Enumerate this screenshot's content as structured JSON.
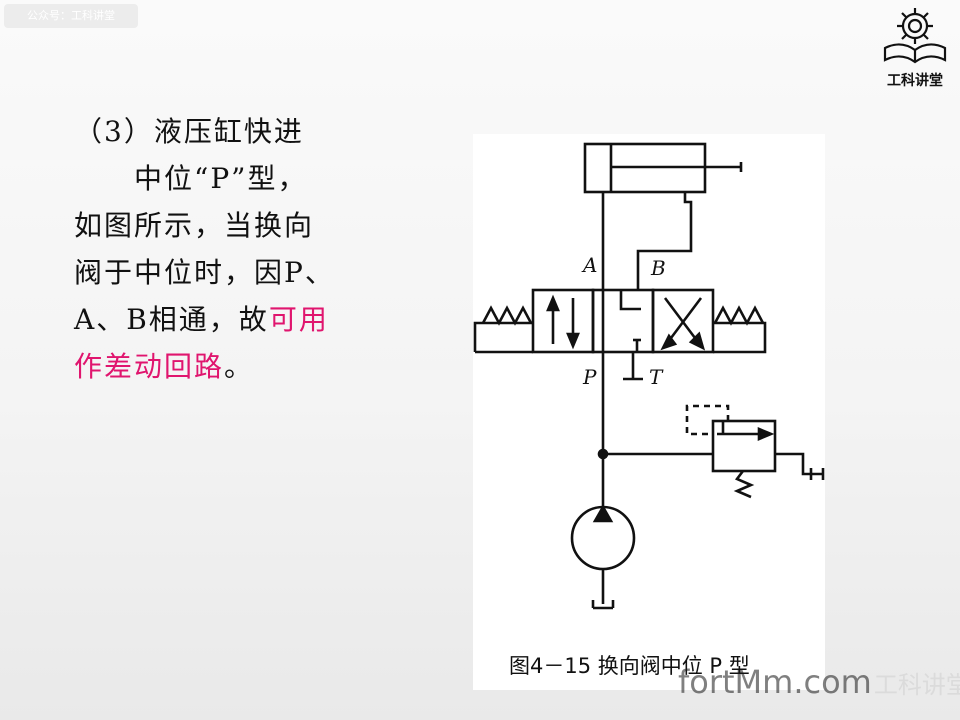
{
  "header": {
    "account_tag": "公众号：工科讲堂"
  },
  "logo": {
    "name": "gear-book-logo",
    "text": "工科讲堂"
  },
  "text_block": {
    "lines": [
      "（3）液压缸快进",
      "　　中位“P”型，",
      "如图所示，当换向",
      "阀于中位时，因P、",
      "A、B相通，故"
    ],
    "highlight_line5": "可用",
    "line6_highlight": "作差动回路",
    "line6_tail": "。",
    "highlight_color": "#e0156e"
  },
  "diagram": {
    "port_labels": {
      "A": "A",
      "B": "B",
      "P": "P",
      "T": "T"
    },
    "caption": "图4－15 换向阀中位 P 型"
  },
  "watermark": {
    "main": "fortMm.com",
    "sub": "工科讲堂"
  }
}
